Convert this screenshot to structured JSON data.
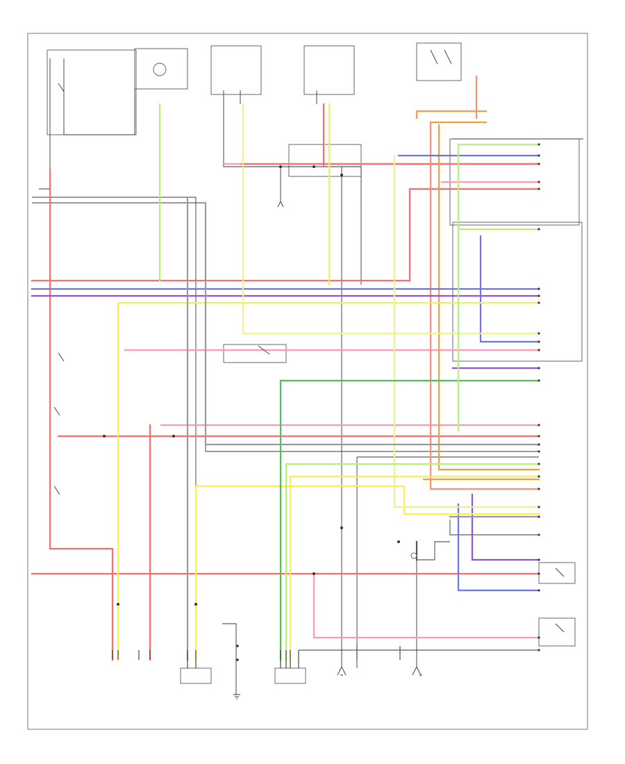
{
  "diagram": {
    "footer_code": "",
    "colors": {
      "red": "#ff6b6b",
      "pink": "#ff9ab0",
      "yellow": "#f7ee58",
      "light_yellow": "#f4f08c",
      "green": "#43c94d",
      "light_green": "#b9f07a",
      "blue": "#6a73f2",
      "purple": "#8c55d6",
      "gray": "#9a9a9a",
      "dark_gray": "#555555",
      "orange": "#ff9a3c",
      "black": "#333333",
      "salmon": "#ff8f6e"
    },
    "components": [
      {
        "id": "ignition-switch",
        "label": ""
      },
      {
        "id": "engine-ground-top",
        "label": ""
      },
      {
        "id": "relay-box-1",
        "label": ""
      },
      {
        "id": "relay-box-2",
        "label": ""
      },
      {
        "id": "throttle-sensor",
        "label": ""
      },
      {
        "id": "splice-1",
        "label": ""
      },
      {
        "id": "park-switch",
        "label": ""
      },
      {
        "id": "clutch-switch",
        "label": ""
      },
      {
        "id": "data-link-connector",
        "label": ""
      },
      {
        "id": "brake-switch",
        "label": ""
      },
      {
        "id": "ground-g1",
        "label": ""
      },
      {
        "id": "crank-sensor-bottom",
        "label": ""
      },
      {
        "id": "transmission-sensor",
        "label": ""
      },
      {
        "id": "engine-ground-bottom",
        "label": ""
      },
      {
        "id": "knock-sensor",
        "label": ""
      },
      {
        "id": "crankshaft-sensor-right",
        "label": ""
      },
      {
        "id": "ecm",
        "label": ""
      }
    ]
  }
}
